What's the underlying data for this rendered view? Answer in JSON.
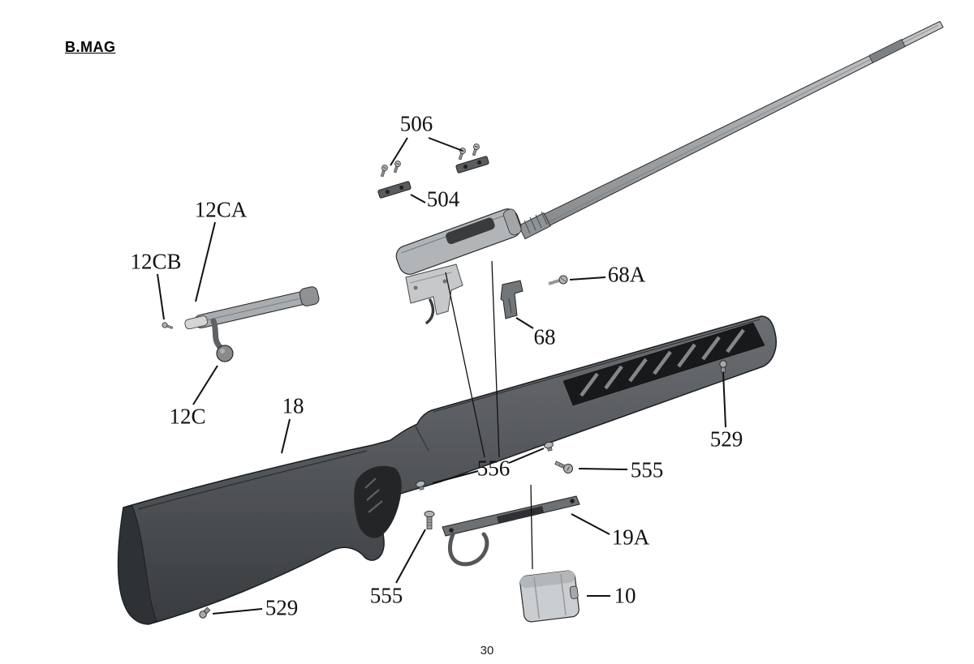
{
  "page": {
    "title": "B.MAG",
    "page_number": "30"
  },
  "diagram": {
    "labels": {
      "l506": "506",
      "l504": "504",
      "l12CA": "12CA",
      "l12CB": "12CB",
      "l68A": "68A",
      "l68": "68",
      "l12C": "12C",
      "l18": "18",
      "l556": "556",
      "l555_right": "555",
      "l529_forend": "529",
      "l555_lower": "555",
      "l19A": "19A",
      "l10": "10",
      "l529_butt": "529"
    }
  }
}
